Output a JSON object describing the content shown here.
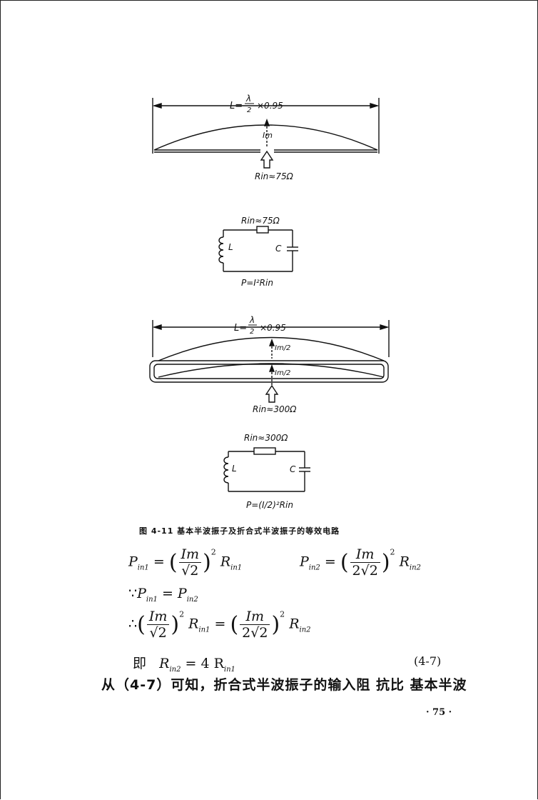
{
  "figures": {
    "dipole1": {
      "length_label": "L=",
      "length_frac_num": "λ",
      "length_frac_den": "2",
      "length_factor": "×0.95",
      "current_label": "Im",
      "resistance_label": "Rin≈75Ω"
    },
    "circuit1": {
      "resistor_label": "Rin≈75Ω",
      "inductor_label": "L",
      "capacitor_label": "C",
      "power_label": "P=I²Rin"
    },
    "dipole2": {
      "length_label": "L=",
      "length_frac_num": "λ",
      "length_frac_den": "2",
      "length_factor": "×0.95",
      "current_label_top": "Im/2",
      "current_label_bottom": "Im/2",
      "resistance_label": "Rin≈300Ω"
    },
    "circuit2": {
      "resistor_label": "Rin≈300Ω",
      "inductor_label": "L",
      "capacitor_label": "C",
      "power_label": "P=(I/2)²Rin"
    }
  },
  "caption": "图 4-11  基本半波振子及折合式半波振子的等效电路",
  "equations": {
    "eq1": {
      "lhs": "P",
      "lhs_sub": "in1",
      "num": "Im",
      "den": "√2",
      "exp": "2",
      "rhs": "R",
      "rhs_sub": "in1"
    },
    "eq2": {
      "lhs": "P",
      "lhs_sub": "in2",
      "num": "Im",
      "den": "2√2",
      "exp": "2",
      "rhs": "R",
      "rhs_sub": "in2"
    },
    "because": {
      "symbol": "∵",
      "text_a": "P",
      "sub_a": "in1",
      "eq": " = ",
      "text_b": "P",
      "sub_b": "in2"
    },
    "therefore": {
      "symbol": "∴",
      "num1": "Im",
      "den1": "√2",
      "r1": "R",
      "r1_sub": "in1",
      "num2": "Im",
      "den2": "2√2",
      "r2": "R",
      "r2_sub": "in2",
      "exp": "2"
    },
    "result": {
      "prefix": "即",
      "lhs": "R",
      "lhs_sub": "in2",
      "rhs": "= 4 R",
      "rhs_sub": "in1"
    }
  },
  "equation_number": "(4-7)",
  "body_text": "从（4-7）可知，折合式半波振子的输入阻 抗比 基本半波",
  "page_number": "· 75 ·"
}
